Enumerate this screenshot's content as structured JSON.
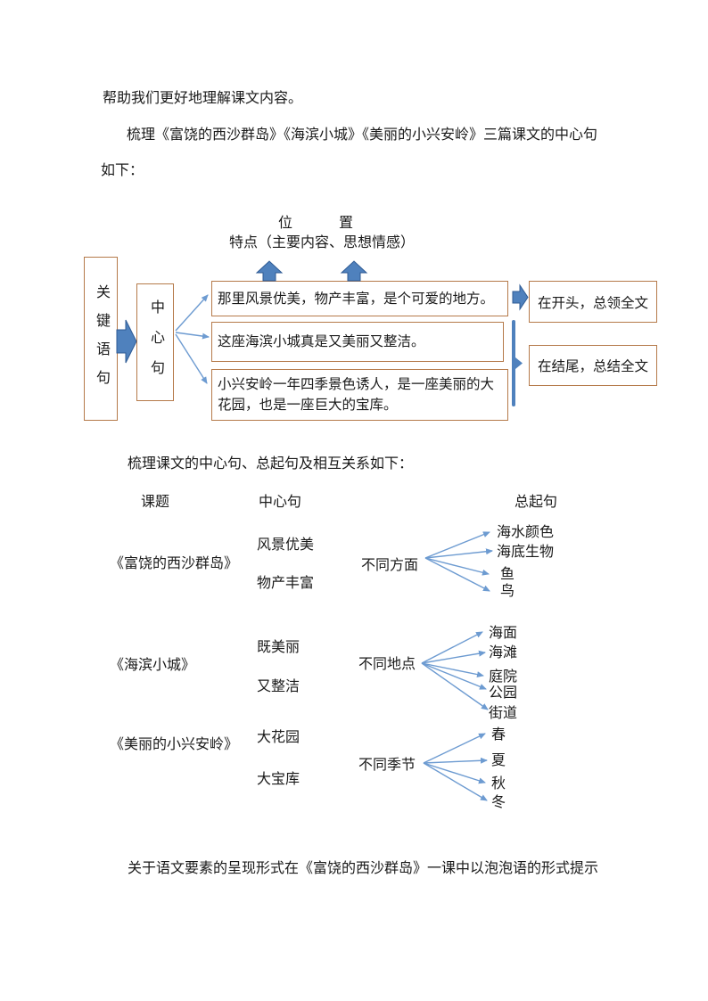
{
  "colors": {
    "box_border": "#b57a4a",
    "block_arrow_fill": "#4f81bd",
    "block_arrow_stroke": "#2f5b94",
    "connector": "#6d9bd1",
    "text": "#1a1a1a"
  },
  "paragraphs": {
    "line1": "帮助我们更好地理解课文内容。",
    "line2": "梳理《富饶的西沙群岛》《海滨小城》《美丽的小兴安岭》三篇课文的中心句",
    "line3": "如下：",
    "closing": "关于语文要素的呈现形式在《富饶的西沙群岛》一课中以泡泡语的形式提示"
  },
  "flowchart": {
    "position_char_1": "位",
    "position_char_2": "置",
    "feature_label": "特点（主要内容、思想情感）",
    "key_phrase_label": "关键语句",
    "central_sentence_label": "中心句",
    "sentence1": "那里风景优美，物产丰富，是个可爱的地方。",
    "sentence2": "这座海滨小城真是又美丽又整洁。",
    "sentence3": "小兴安岭一年四季景色诱人，是一座美丽的大花园，也是一座巨大的宝库。",
    "note_top": "在开头，总领全文",
    "note_bottom": "在结尾，总结全文"
  },
  "relation": {
    "heading": "梳理课文的中心句、总起句及相互关系如下：",
    "col_title": "课题",
    "col_central": "中心句",
    "col_opening": "总起句",
    "rows": [
      {
        "title": "《富饶的西沙群岛》",
        "central1": "风景优美",
        "central2": "物产丰富",
        "aspect": "不同方面",
        "items": [
          "海水颜色",
          "海底生物",
          "鱼",
          "鸟"
        ]
      },
      {
        "title": "《海滨小城》",
        "central1": "既美丽",
        "central2": "又整洁",
        "aspect": "不同地点",
        "items": [
          "海面",
          "海滩",
          "庭院",
          "公园",
          "街道"
        ]
      },
      {
        "title": "《美丽的小兴安岭》",
        "central1": "大花园",
        "central2": "大宝库",
        "aspect": "不同季节",
        "items": [
          "春",
          "夏",
          "秋",
          "冬"
        ]
      }
    ]
  }
}
